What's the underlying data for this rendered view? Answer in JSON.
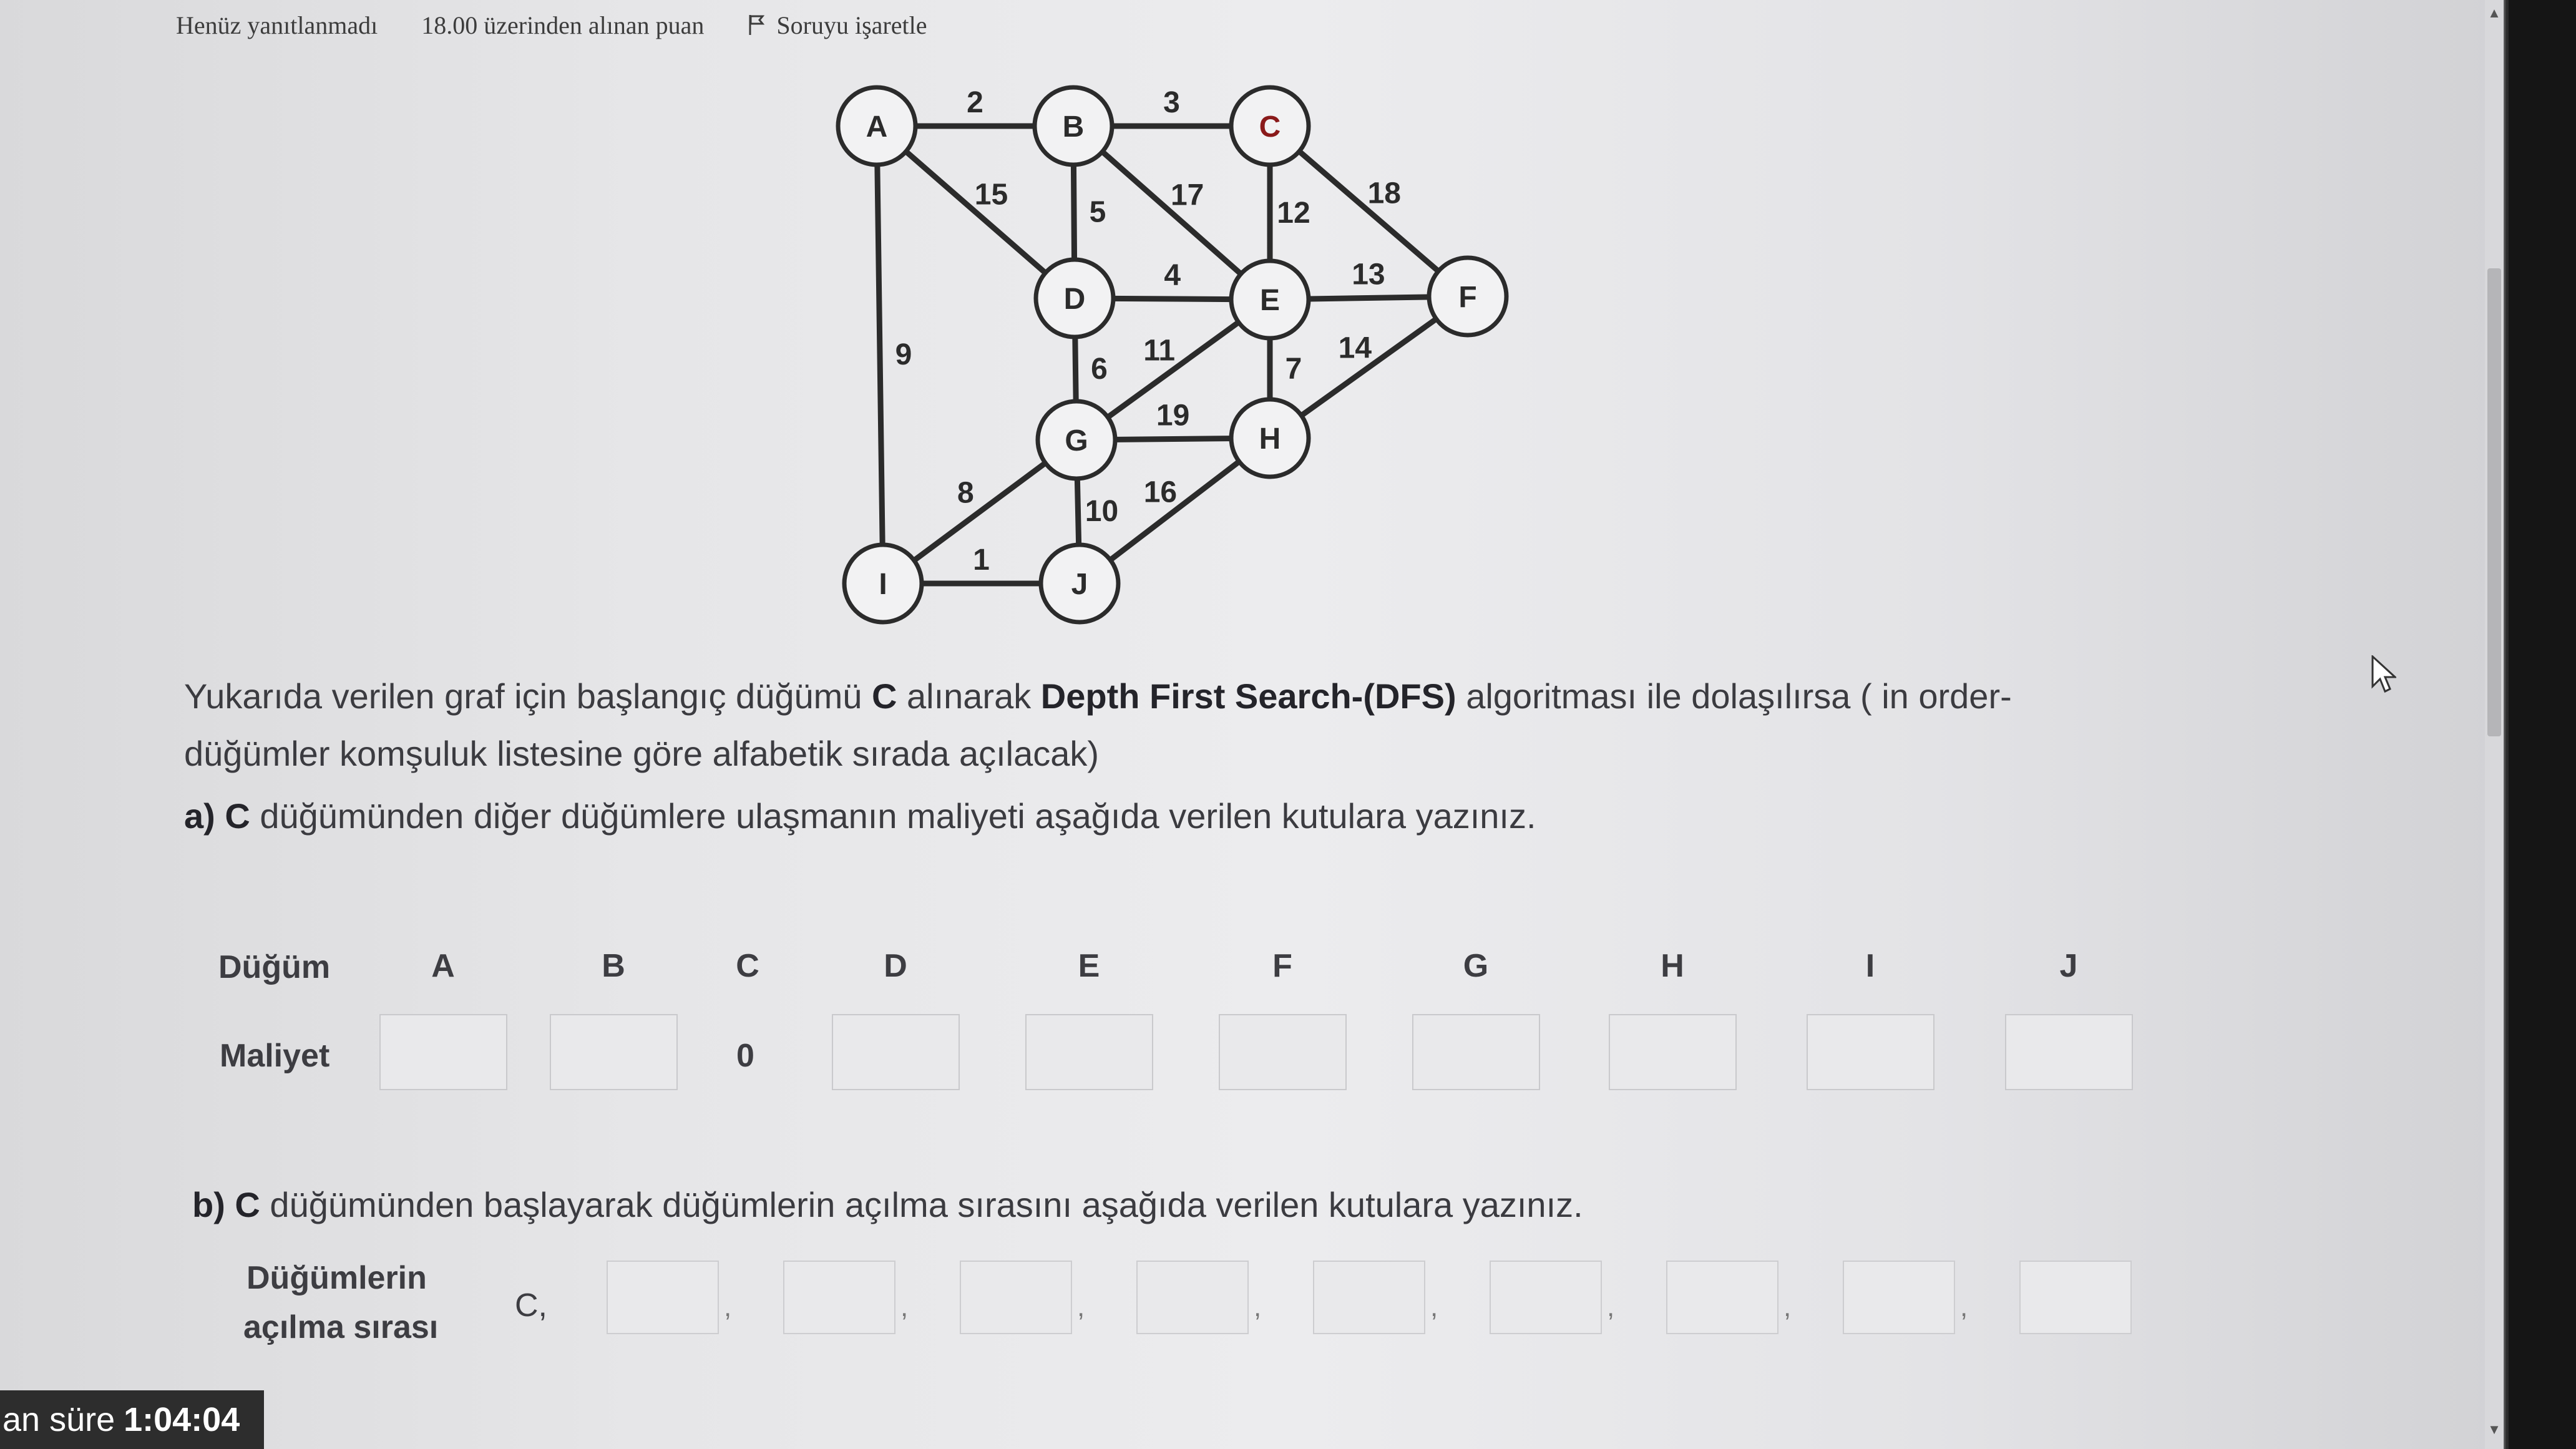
{
  "topbar": {
    "status": "Henüz yanıtlanmadı",
    "points": "18.00 üzerinden alınan puan",
    "flag_label": "Soruyu işaretle"
  },
  "graph": {
    "nodes": [
      "A",
      "B",
      "C",
      "D",
      "E",
      "F",
      "G",
      "H",
      "I",
      "J"
    ],
    "edges": [
      {
        "from": "A",
        "to": "B",
        "w": "2"
      },
      {
        "from": "B",
        "to": "C",
        "w": "3"
      },
      {
        "from": "C",
        "to": "F",
        "w": "18"
      },
      {
        "from": "A",
        "to": "D",
        "w": "15"
      },
      {
        "from": "B",
        "to": "D",
        "w": "5"
      },
      {
        "from": "B",
        "to": "E",
        "w": "17"
      },
      {
        "from": "C",
        "to": "E",
        "w": "12"
      },
      {
        "from": "D",
        "to": "E",
        "w": "4"
      },
      {
        "from": "E",
        "to": "F",
        "w": "13"
      },
      {
        "from": "A",
        "to": "I",
        "w": "9"
      },
      {
        "from": "D",
        "to": "G",
        "w": "6"
      },
      {
        "from": "G",
        "to": "E",
        "w": "11"
      },
      {
        "from": "E",
        "to": "H",
        "w": "7"
      },
      {
        "from": "G",
        "to": "H",
        "w": "19"
      },
      {
        "from": "H",
        "to": "F",
        "w": "14"
      },
      {
        "from": "I",
        "to": "G",
        "w": "8"
      },
      {
        "from": "G",
        "to": "J",
        "w": "10"
      },
      {
        "from": "J",
        "to": "H",
        "w": "16"
      },
      {
        "from": "I",
        "to": "J",
        "w": "1"
      }
    ]
  },
  "question": {
    "p1": "Yukarıda verilen graf için başlangıç düğümü ",
    "p1_bold": "C",
    "p2": " alınarak ",
    "p2_bold": "Depth First Search-(DFS)",
    "p3": " algoritması ile dolaşılırsa ( in order-",
    "line2": "düğümler komşuluk listesine göre alfabetik sırada açılacak)"
  },
  "part_a": {
    "prefix": "a) C",
    "text": " düğümünden diğer düğümlere ulaşmanın maliyeti aşağıda verilen kutulara yazınız.",
    "row_label_1": "Düğüm",
    "row_label_2": "Maliyet",
    "columns": [
      "A",
      "B",
      "C",
      "D",
      "E",
      "F",
      "G",
      "H",
      "I",
      "J"
    ],
    "c_value": "0"
  },
  "part_b": {
    "prefix": "b) C",
    "text": " düğümünden  başlayarak düğümlerin açılma sırasını aşağıda verilen kutulara yazınız.",
    "label_line1": "Düğümlerin",
    "label_line2": "açılma sırası",
    "start": "C,",
    "separator": ","
  },
  "timer": {
    "label": "an süre",
    "value": "1:04:04"
  }
}
